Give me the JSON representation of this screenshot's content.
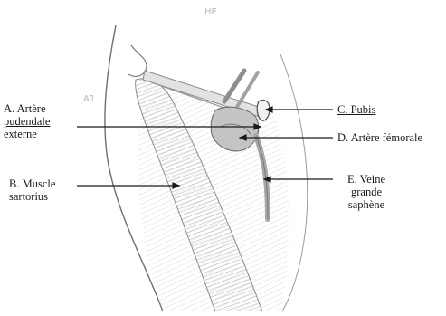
{
  "diagram": {
    "header_scrawl": "HE",
    "margin_scrawl": "A1",
    "labels": {
      "A": {
        "lines": [
          "A. Artère",
          "pudendale",
          "externe"
        ]
      },
      "B": {
        "lines": [
          "B. Muscle",
          "sartorius"
        ]
      },
      "C": {
        "text": "C. Pubis"
      },
      "D": {
        "text": "D. Artère fémorale"
      },
      "E": {
        "lines": [
          "E. Veine",
          "grande",
          "saphène"
        ]
      }
    },
    "colors": {
      "ink": "#1a1a1a",
      "pencil": "#8a8a8a",
      "shade": "#cfcfcf"
    }
  }
}
